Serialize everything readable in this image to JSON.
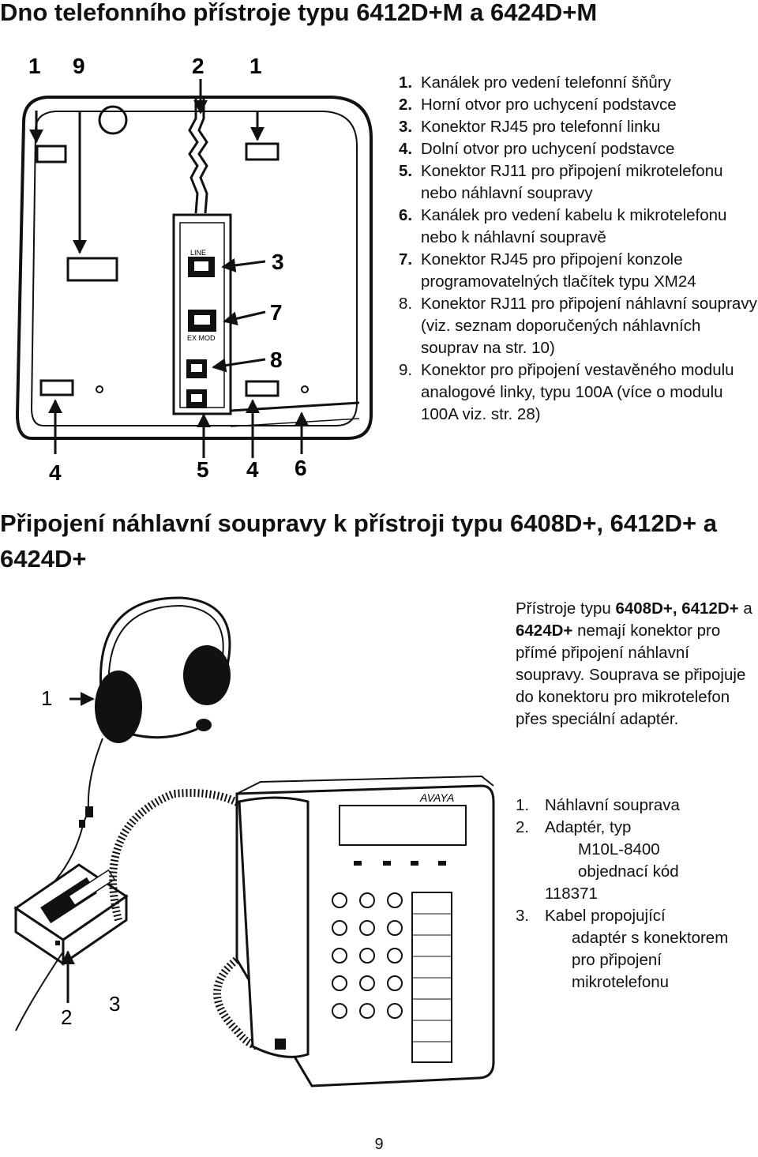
{
  "section1": {
    "title": "Dno telefonního přístroje typu 6412D+M a 6424D+M",
    "callouts": {
      "c1_left": "1",
      "c9": "9",
      "c2": "2",
      "c1_right": "1",
      "c3": "3",
      "c7": "7",
      "c8": "8",
      "c4_left": "4",
      "c5": "5",
      "c4_right": "4",
      "c6": "6"
    },
    "port_labels": {
      "line": "LINE",
      "exmod": "EX MOD"
    },
    "items": [
      {
        "num": "1.",
        "text": "Kanálek pro vedení telefonní šňůry"
      },
      {
        "num": "2.",
        "text": "Horní otvor pro uchycení podstavce"
      },
      {
        "num": "3.",
        "text": "Konektor RJ45 pro telefonní linku"
      },
      {
        "num": "4.",
        "text": "Dolní otvor pro uchycení podstavce"
      },
      {
        "num": "5.",
        "text": "Konektor RJ11 pro připojení mikrotelefonu nebo náhlavní soupravy"
      },
      {
        "num": "6.",
        "text": "Kanálek pro vedení kabelu k mikrotelefonu nebo k náhlavní soupravě"
      },
      {
        "num": "7.",
        "text": "Konektor RJ45 pro připojení konzole programovatelných tlačítek typu XM24"
      },
      {
        "num": "8.",
        "text": "Konektor RJ11 pro připojení náhlavní soupravy (viz. seznam doporučených náhlavních souprav na str. 10)"
      },
      {
        "num": "9.",
        "text": "Konektor pro připojení vestavěného modulu analogové linky, typu 100A (více o modulu 100A viz. str. 28)"
      }
    ]
  },
  "section2": {
    "title": "Připojení náhlavní soupravy k přístroji typu 6408D+, 6412D+ a 6424D+",
    "para": {
      "p1": "Přístroje typu ",
      "b1": "6408D+, 6412D+",
      "p2": " a ",
      "b2": "6424D+",
      "p3": " nemají konektor pro přímé připojení náhlavní soupravy. Souprava se připojuje do konektoru pro mikrotelefon přes speciální adaptér."
    },
    "callouts": {
      "c1": "1",
      "c2": "2",
      "c3": "3"
    },
    "phone_brand": "AVAYA",
    "items": [
      {
        "num": "1.",
        "lines": [
          "Náhlavní souprava"
        ]
      },
      {
        "num": "2.",
        "lines": [
          "Adaptér, typ",
          "M10L-8400",
          "objednací kód",
          "118371"
        ]
      },
      {
        "num": "3.",
        "lines": [
          "Kabel propojující",
          "adaptér s konektorem",
          "pro připojení",
          "mikrotelefonu"
        ]
      }
    ]
  },
  "page_number": "9"
}
